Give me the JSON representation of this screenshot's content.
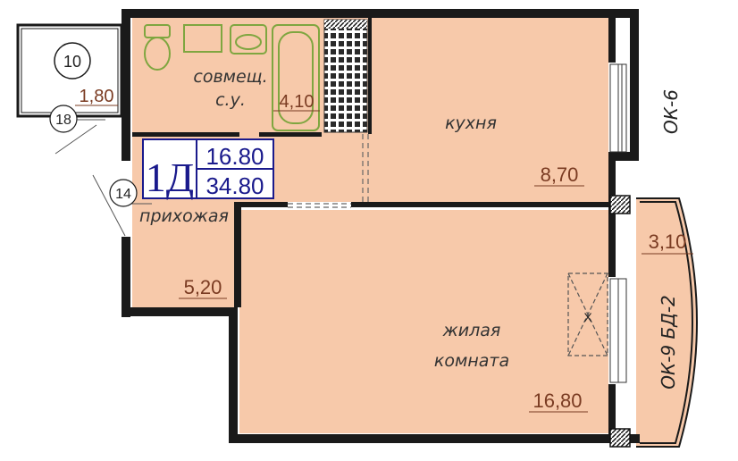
{
  "colors": {
    "room_fill": "#f7c9aa",
    "wall": "#1a1a1a",
    "area_text": "#7a3b22",
    "fixture": "#7fa640",
    "apartment_box": "#1a1a8c"
  },
  "apartment": {
    "type": "1Д",
    "living_area": "16.80",
    "total_area": "34.80"
  },
  "rooms": {
    "bathroom": {
      "label_line1": "совмещ.",
      "label_line2": "с.у.",
      "area": "4,10"
    },
    "kitchen": {
      "label": "кухня",
      "area": "8,70"
    },
    "hallway": {
      "label": "прихожая",
      "area": "5,20"
    },
    "living": {
      "label_line1": "жилая",
      "label_line2": "комната",
      "area": "16,80"
    },
    "loggia_top": {
      "area": "1,80"
    },
    "balcony": {
      "area": "3,10"
    }
  },
  "tags": {
    "t10": "10",
    "t18": "18",
    "t14": "14"
  },
  "windows": {
    "kitchen": "ОК-6",
    "living": "ОК-9 БД-2"
  },
  "icons": {
    "toilet": "toilet-icon",
    "sink": "sink-icon",
    "bathtub": "bathtub-icon",
    "washer": "washer-icon",
    "ventilation": "ventilation-shaft-icon"
  }
}
